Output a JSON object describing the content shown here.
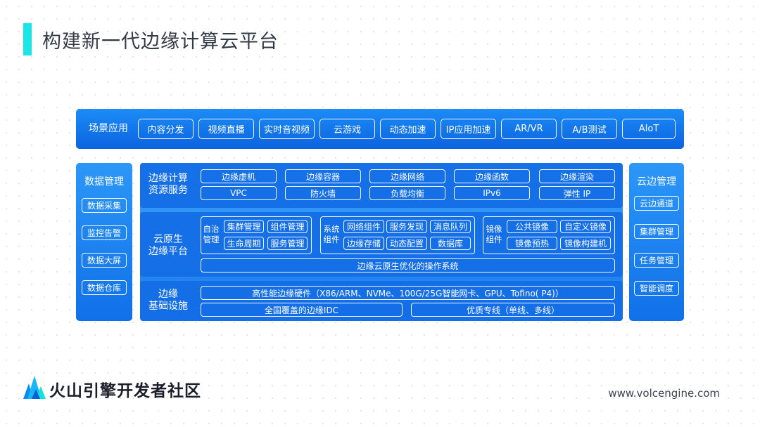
{
  "title": "构建新一代边缘计算云平台",
  "scene": {
    "label": "场景应用",
    "items": [
      "内容分发",
      "视频直播",
      "实时音视频",
      "云游戏",
      "动态加速",
      "IP应用加速",
      "AR/VR",
      "A/B测试",
      "AIoT"
    ]
  },
  "data_mgmt": {
    "title": "数据管理",
    "items": [
      "数据采集",
      "监控告警",
      "数据大屏",
      "数据仓库"
    ]
  },
  "cloud_edge": {
    "title": "云边管理",
    "items": [
      "云边通道",
      "集群管理",
      "任务管理",
      "智能调度"
    ]
  },
  "compute": {
    "label_line1": "边缘计算",
    "label_line2": "资源服务",
    "row1": [
      "边缘虚机",
      "边缘容器",
      "边缘网络",
      "边缘函数",
      "边缘渲染"
    ],
    "row2": [
      "VPC",
      "防火墙",
      "负载均衡",
      "IPv6",
      "弹性 IP"
    ]
  },
  "cloud_native": {
    "label_line1": "云原生",
    "label_line2": "边缘平台",
    "auto": {
      "line1": "自治",
      "line2": "管理",
      "items": [
        "集群管理",
        "组件管理",
        "生命周期",
        "服务管理"
      ]
    },
    "system": {
      "line1": "系统",
      "line2": "组件",
      "items": [
        "网络组件",
        "服务发现",
        "消息队列",
        "边缘存储",
        "动态配置",
        "数据库"
      ]
    },
    "mirror": {
      "line1": "镜像",
      "line2": "组件",
      "items": [
        "公共镜像",
        "自定义镜像",
        "镜像预热",
        "镜像构建机"
      ]
    },
    "os": "边缘云原生优化的操作系统"
  },
  "infra": {
    "label_line1": "边缘",
    "label_line2": "基础设施",
    "hardware": "高性能边缘硬件（X86/ARM、NVMe、100G/25G智能网卡、GPU、Tofino( P4)）",
    "idc": "全国覆盖的边缘IDC",
    "line": "优质专线（单线、多线）"
  },
  "footer": {
    "brand": "火山引擎开发者社区",
    "url": "www.volcengine.com"
  },
  "colors": {
    "accent": "#19e6e6",
    "blue": "#1477ea"
  }
}
